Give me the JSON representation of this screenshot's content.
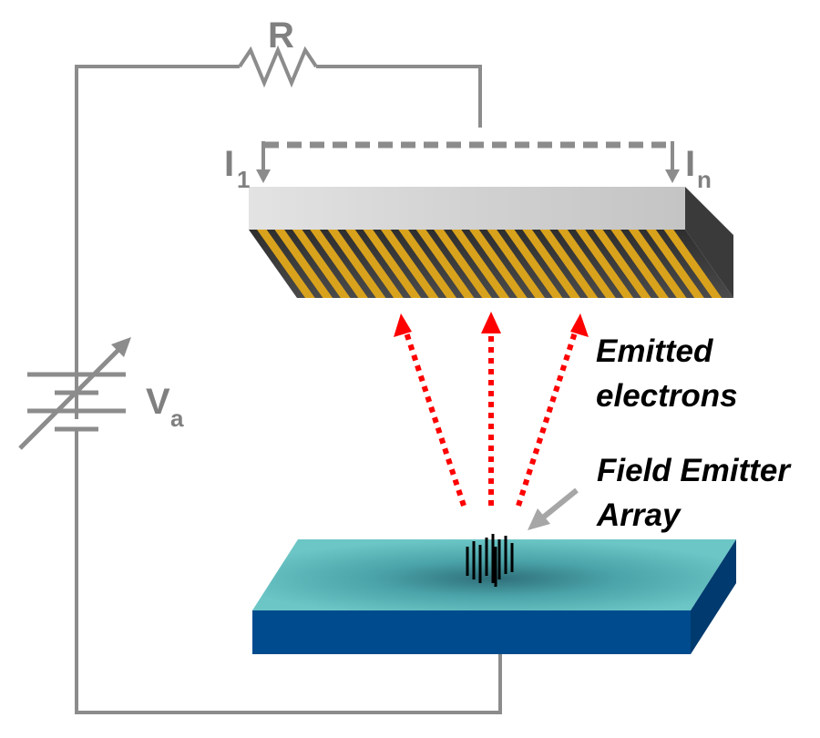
{
  "labels": {
    "resistor": "R",
    "current_first": "I",
    "current_first_sub": "1",
    "current_last": "I",
    "current_last_sub": "n",
    "voltage": "V",
    "voltage_sub": "a",
    "emitted_line1": "Emitted",
    "emitted_line2": "electrons",
    "fea_line1": "Field Emitter",
    "fea_line2": "Array"
  },
  "colors": {
    "wire": "#8c8c8c",
    "electron_arrows": "#ff0000",
    "anode_top": "#c8c8c8",
    "anode_side": "#3c3c3c",
    "anode_strips": "#d9a21c",
    "substrate_top": "#5fbcbc",
    "substrate_front": "#004b8d",
    "substrate_side": "#003a6e",
    "emitter_tips": "#000000"
  },
  "counts": {
    "anode_strips": 24
  }
}
